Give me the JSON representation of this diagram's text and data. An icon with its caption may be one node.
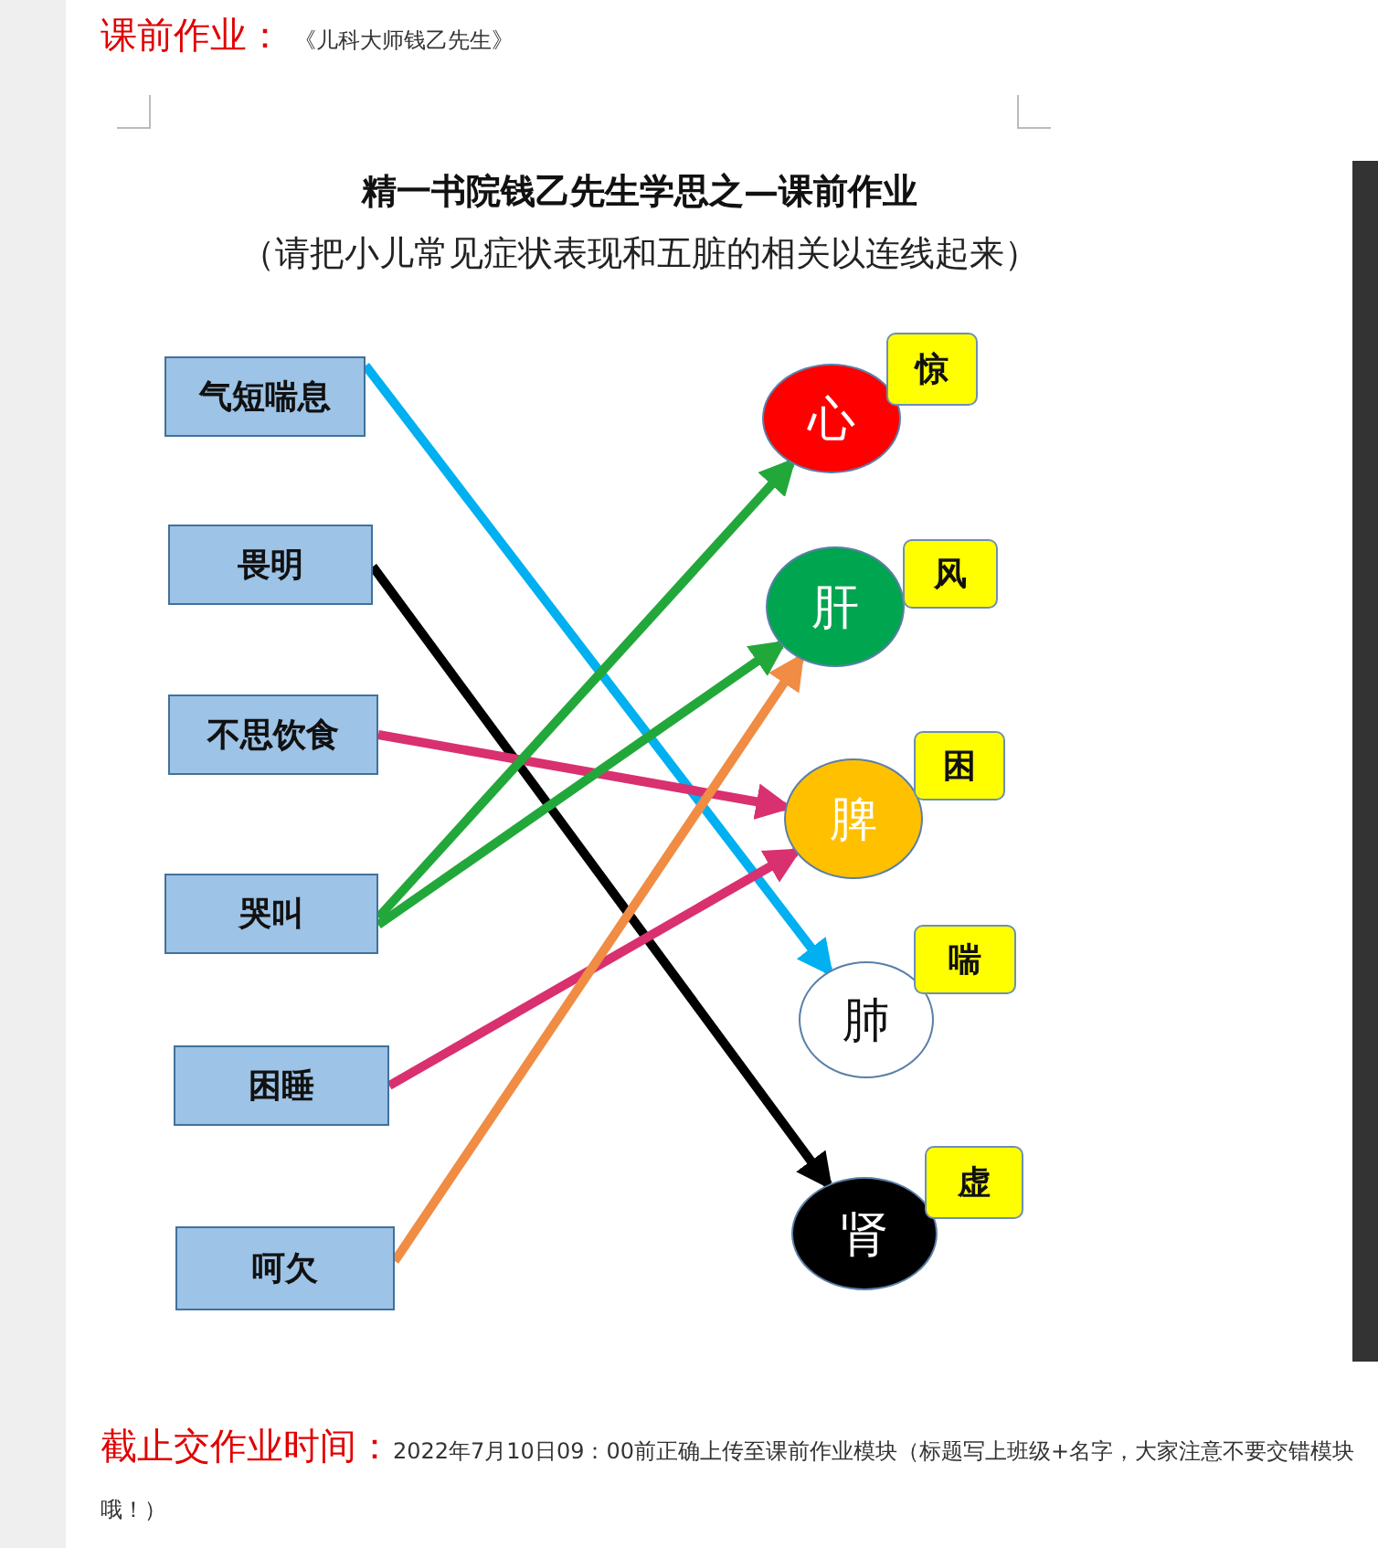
{
  "diagram": {
    "title": "精一书院钱乙先生学思之—课前作业",
    "nodes": [
      {
        "text": [
          "气短喘息"
        ]
      },
      {
        "text": [
          "畏明"
        ]
      },
      {
        "text": [
          "不思饮食"
        ]
      },
      {
        "text": [
          "哭叫"
        ]
      },
      {
        "text": [
          "困睡"
        ]
      },
      {
        "text": [
          "呵欠"
        ]
      },
      {
        "text": [
          "心"
        ]
      },
      {
        "text": [
          "肝"
        ]
      },
      {
        "text": [
          "脾"
        ]
      },
      {
        "text": [
          "肺"
        ]
      },
      {
        "text": [
          "肾"
        ]
      },
      {
        "text": [
          "惊"
        ]
      },
      {
        "text": [
          "风"
        ]
      },
      {
        "text": [
          "困"
        ]
      },
      {
        "text": [
          "喘"
        ]
      },
      {
        "text": [
          "虚"
        ]
      }
    ],
    "edges": [
      {
        "from": 0,
        "to": 9,
        "arrow": "to",
        "color": "#00b0f0"
      },
      {
        "from": 1,
        "to": 10,
        "arrow": "to",
        "color": "#000000"
      },
      {
        "from": 2,
        "to": 8,
        "arrow": "to",
        "color": "#d9306f"
      },
      {
        "from": 3,
        "to": 6,
        "arrow": "to",
        "color": "#22a83a"
      },
      {
        "from": 3,
        "to": 7,
        "arrow": "to",
        "color": "#22a83a"
      },
      {
        "from": 4,
        "to": 8,
        "arrow": "to",
        "color": "#d9306f"
      },
      {
        "from": 5,
        "to": 7,
        "arrow": "to",
        "color": "#f08c44"
      }
    ],
    "labels": [
      "课前作业：",
      "《儿科大师钱乙先生》",
      "（请把小儿常见症状表现和五脏的相关以连线起来）",
      "截止交作业时间：",
      "2022年7月10日09：00前正确上传至课前作业模块（标题写上班级+名字，大家注意不要交错模块哦！）"
    ]
  }
}
